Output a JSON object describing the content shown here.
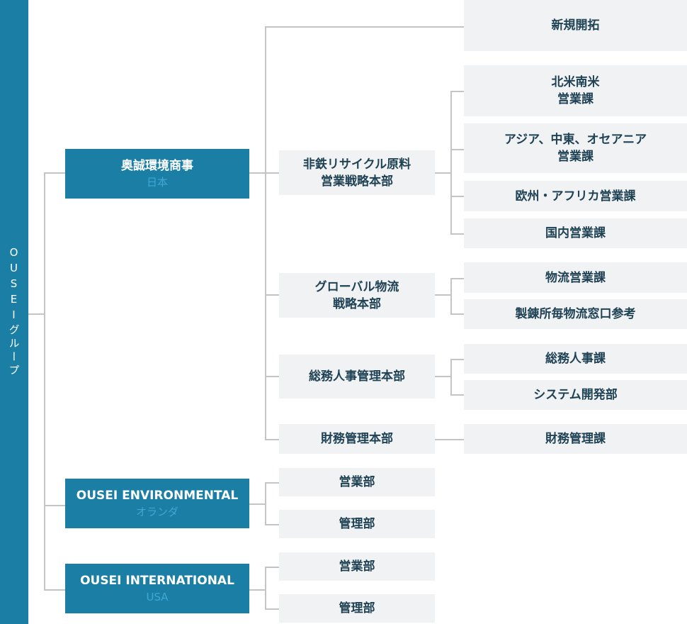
{
  "group": {
    "label": "OUSEIグループ"
  },
  "companies": [
    {
      "name": "奥誠環境商事",
      "country": "日本",
      "divisions": [
        {
          "label": "新規開拓",
          "sections": []
        },
        {
          "label": "非鉄リサイクル原料\n営業戦略本部",
          "sections": [
            "北米南米\n営業課",
            "アジア、中東、オセアニア\n営業課",
            "欧州・アフリカ営業課",
            "国内営業課"
          ]
        },
        {
          "label": "グローバル物流\n戦略本部",
          "sections": [
            "物流営業課",
            "製錬所毎物流窓口参考"
          ]
        },
        {
          "label": "総務人事管理本部",
          "sections": [
            "総務人事課",
            "システム開発部"
          ]
        },
        {
          "label": "財務管理本部",
          "sections": [
            "財務管理課"
          ]
        }
      ]
    },
    {
      "name": "OUSEI ENVIRONMENTAL",
      "country": "オランダ",
      "divisions": [
        {
          "label": "営業部"
        },
        {
          "label": "管理部"
        }
      ]
    },
    {
      "name": "OUSEI INTERNATIONAL",
      "country": "USA",
      "divisions": [
        {
          "label": "営業部"
        },
        {
          "label": "管理部"
        }
      ]
    }
  ],
  "colors": {
    "company_bg": "#1b7fa5",
    "country_text": "#3ea7d3",
    "box_bg": "#f1f2f3",
    "box_text": "#1f4255",
    "line": "#c4c4c4"
  }
}
